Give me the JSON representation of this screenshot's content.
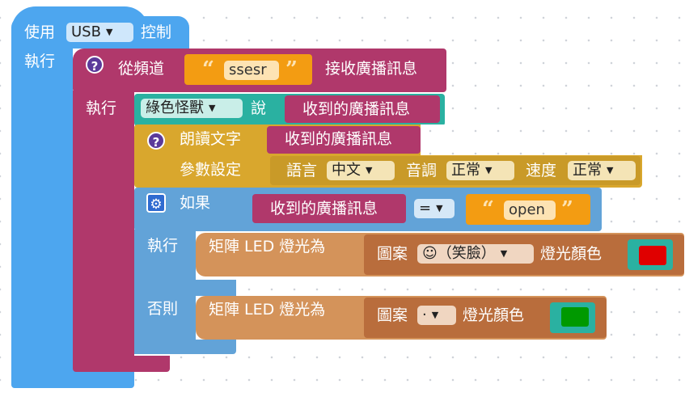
{
  "usb_block": {
    "label_use": "使用",
    "device": "USB",
    "label_control": "控制",
    "label_execute": "執行"
  },
  "receive_block": {
    "label_from_channel": "從頻道",
    "channel": "ssesr",
    "label_receive": "接收廣播訊息",
    "label_execute": "執行"
  },
  "say_block": {
    "character": "綠色怪獸",
    "label_say": "說",
    "message_var": "收到的廣播訊息"
  },
  "speak_block": {
    "label_read": "朗讀文字",
    "message_var": "收到的廣播訊息",
    "label_params": "參數設定",
    "label_language": "語言",
    "language": "中文",
    "label_pitch": "音調",
    "pitch": "正常",
    "label_speed": "速度",
    "speed": "正常"
  },
  "if_block": {
    "label_if": "如果",
    "message_var": "收到的廣播訊息",
    "operator": "=",
    "compare_value": "open",
    "label_then": "執行",
    "label_else": "否則"
  },
  "led_then": {
    "label": "矩陣 LED 燈光為",
    "label_pattern": "圖案",
    "pattern": "☺（笑臉）",
    "label_color": "燈光顏色",
    "color": "#e00000"
  },
  "led_else": {
    "label": "矩陣 LED 燈光為",
    "label_pattern": "圖案",
    "pattern": "·",
    "label_color": "燈光顏色",
    "color": "#009900"
  },
  "colors": {
    "usb": "#4da6ef",
    "event": "#b0386b",
    "looks": "#2ab1a1",
    "sound": "#d9a72d",
    "control": "#62a3d8",
    "led": "#d4935a",
    "led_inner": "#b96d3c",
    "text": "#f39c12",
    "operator": "#62a3d8"
  }
}
